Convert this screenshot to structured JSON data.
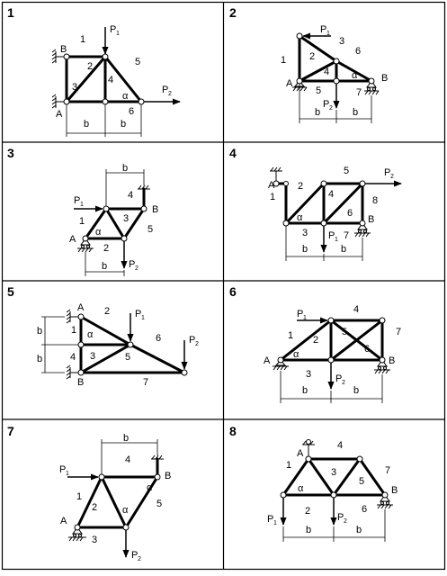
{
  "panels": [
    {
      "number": "1",
      "labels": {
        "A": "A",
        "B": "B",
        "b1": "b",
        "b2": "b",
        "alpha": "α",
        "P1": "P",
        "P1sub": "1",
        "P2": "P",
        "P2sub": "2",
        "m1": "1",
        "m2": "2",
        "m3": "3",
        "m4": "4",
        "m5": "5",
        "m6": "6"
      }
    },
    {
      "number": "2",
      "labels": {
        "A": "A",
        "B": "B",
        "b1": "b",
        "b2": "b",
        "alpha": "α",
        "P1": "P",
        "P1sub": "1",
        "P2": "P",
        "P2sub": "2",
        "m1": "1",
        "m2": "2",
        "m3": "3",
        "m4": "4",
        "m5": "5",
        "m6": "6",
        "m7": "7"
      }
    },
    {
      "number": "3",
      "labels": {
        "A": "A",
        "B": "B",
        "b1": "b",
        "b2": "b",
        "alpha": "α",
        "P1": "P",
        "P1sub": "1",
        "P2": "P",
        "P2sub": "2",
        "m1": "1",
        "m2": "2",
        "m3": "3",
        "m4": "4",
        "m5": "5"
      }
    },
    {
      "number": "4",
      "labels": {
        "A": "A",
        "B": "B",
        "b1": "b",
        "b2": "b",
        "alpha": "α",
        "P1": "P",
        "P1sub": "1",
        "P2": "P",
        "P2sub": "2",
        "m1": "1",
        "m2": "2",
        "m3": "3",
        "m4": "4",
        "m5": "5",
        "m6": "6",
        "m7": "7",
        "m8": "8"
      }
    },
    {
      "number": "5",
      "labels": {
        "A": "A",
        "B": "B",
        "b1": "b",
        "b2": "b",
        "alpha": "α",
        "P1": "P",
        "P1sub": "1",
        "P2": "P",
        "P2sub": "2",
        "m1": "1",
        "m2": "2",
        "m3": "3",
        "m4": "4",
        "m5": "5",
        "m6": "6",
        "m7": "7"
      }
    },
    {
      "number": "6",
      "labels": {
        "A": "A",
        "B": "B",
        "b1": "b",
        "b2": "b",
        "alpha": "α",
        "P1": "P",
        "P1sub": "1",
        "P2": "P",
        "P2sub": "2",
        "m1": "1",
        "m2": "2",
        "m3": "3",
        "m4": "4",
        "m5": "5",
        "m6": "6",
        "m7": "7"
      }
    },
    {
      "number": "7",
      "labels": {
        "A": "A",
        "B": "B",
        "b1": "b",
        "alpha1": "α",
        "alpha2": "α",
        "P1": "P",
        "P1sub": "1",
        "P2": "P",
        "P2sub": "2",
        "m1": "1",
        "m2": "2",
        "m3": "3",
        "m4": "4",
        "m5": "5"
      }
    },
    {
      "number": "8",
      "labels": {
        "A": "A",
        "B": "B",
        "b1": "b",
        "b2": "b",
        "alpha": "α",
        "P1": "P",
        "P1sub": "1",
        "P2": "P",
        "P2sub": "2",
        "m1": "1",
        "m2": "2",
        "m3": "3",
        "m4": "4",
        "m5": "5",
        "m6": "6",
        "m7": "7"
      }
    }
  ],
  "colors": {
    "ink": "#000000",
    "paper": "#ffffff",
    "node": "#ffffff"
  }
}
